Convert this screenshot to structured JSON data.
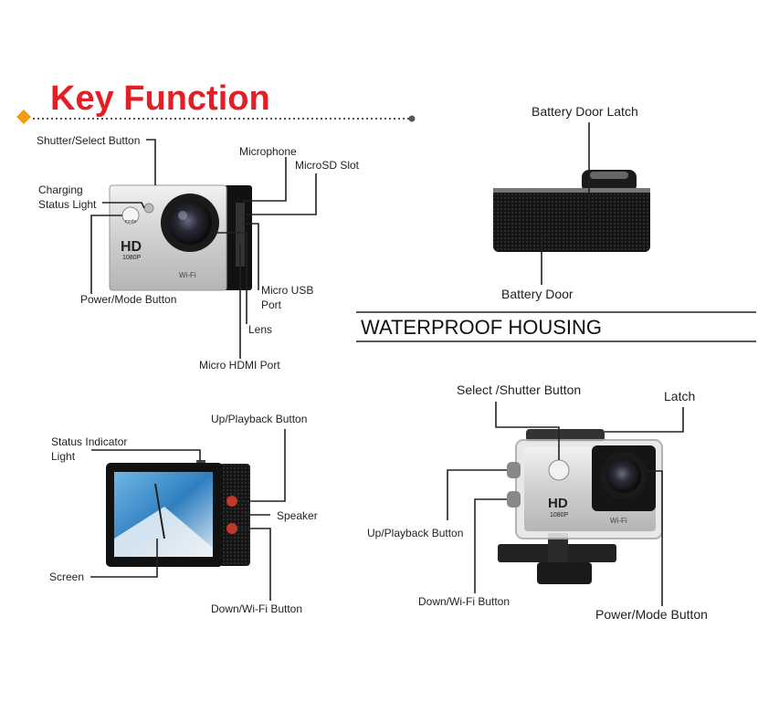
{
  "title": "Key Function",
  "section_heading": "WATERPROOF HOUSING",
  "colors": {
    "title": "#e31e24",
    "accent_diamond": "#f39c12",
    "text": "#222222"
  },
  "front_view": {
    "labels": {
      "shutter": "Shutter/Select Button",
      "charging_1": "Charging",
      "charging_2": "Status Light",
      "microphone": "Microphone",
      "microsd": "MicroSD Slot",
      "power": "Power/Mode Button",
      "usb_1": "Micro USB",
      "usb_2": "Port",
      "lens": "Lens",
      "hdmi": "Micro HDMI Port"
    },
    "badge_hd": "HD",
    "badge_res": "1080P",
    "badge_wifi": "Wi-Fi",
    "mode_text": "mode"
  },
  "top_view": {
    "labels": {
      "latch": "Battery Door Latch",
      "door": "Battery Door"
    }
  },
  "back_view": {
    "labels": {
      "status_1": "Status Indicator",
      "status_2": "Light",
      "up": "Up/Playback Button",
      "speaker": "Speaker",
      "screen": "Screen",
      "down": "Down/Wi-Fi Button"
    }
  },
  "housing_view": {
    "labels": {
      "select": "Select /Shutter Button",
      "latch": "Latch",
      "up": "Up/Playback Button",
      "down": "Down/Wi-Fi Button",
      "power": "Power/Mode Button"
    },
    "badge_hd": "HD",
    "badge_res": "1080P",
    "badge_wifi": "Wi-Fi"
  }
}
